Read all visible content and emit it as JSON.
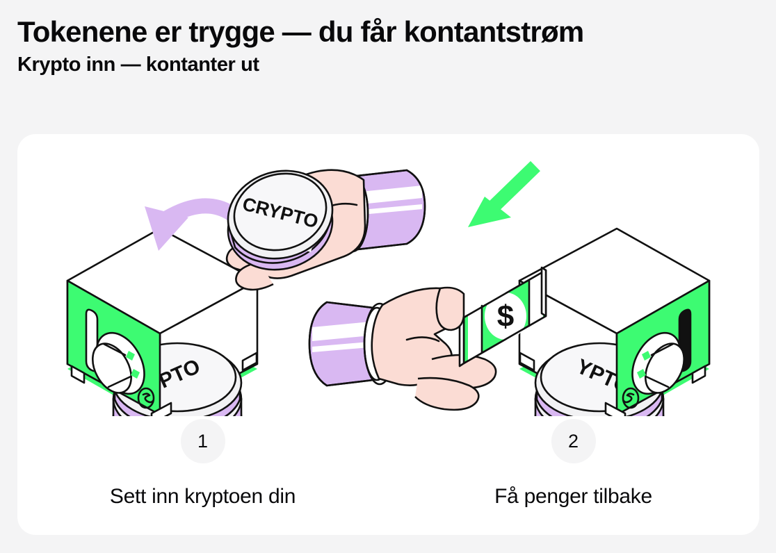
{
  "header": {
    "title": "Tokenene er trygge — du får kontantstrøm",
    "subtitle": "Krypto inn — kontanter ut"
  },
  "card": {
    "illustration": {
      "alt_name": "crypto-to-cash-illustration",
      "coin_label": "CRYPTO",
      "bill_symbol": "$",
      "arrows": [
        {
          "name": "deposit-arrow",
          "direction": "curved-down-left",
          "color": "#d9b8f2"
        },
        {
          "name": "payout-arrow",
          "direction": "straight-down-left",
          "color": "#3dfb72"
        }
      ]
    },
    "steps": [
      {
        "number": "1",
        "label": "Sett inn kryptoen din"
      },
      {
        "number": "2",
        "label": "Få penger tilbake"
      }
    ]
  },
  "colors": {
    "page_background": "#f4f4f5",
    "card_background": "#ffffff",
    "text": "#09090b",
    "accent_green": "#3dfb72",
    "accent_lavender": "#d9b8f2",
    "skin": "#fbdcd4",
    "coin_face": "#f2f2f4",
    "outline": "#111111"
  }
}
